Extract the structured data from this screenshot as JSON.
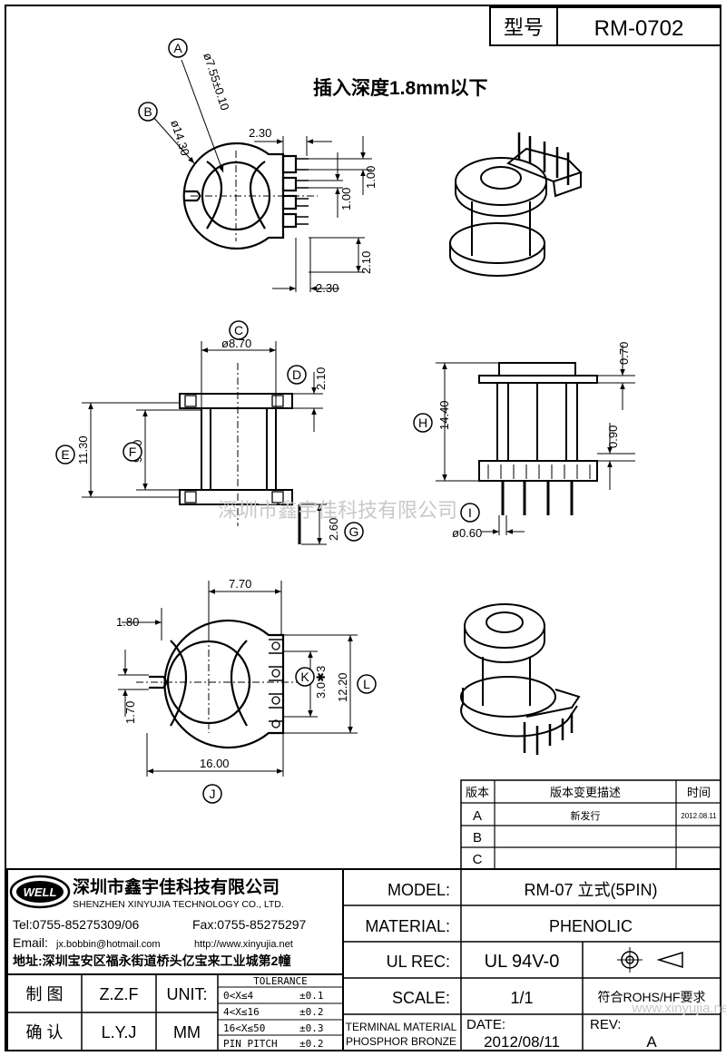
{
  "header": {
    "type_label": "型号",
    "part_number": "RM-0702"
  },
  "note": "插入深度1.8mm以下",
  "watermark": "深圳市鑫宇佳科技有限公司",
  "watermark_url": "www.xinyujia.net",
  "dimensions": {
    "a_dia": "ø7.55±0.10",
    "b_dia": "ø14.30",
    "top_2_30": "2.30",
    "top_1_00_a": "1.00",
    "top_1_00_b": "1.00",
    "top_2_10": "2.10",
    "bot_2_30": "2.30",
    "c_dia": "ø8.70",
    "d_2_10": "2.10",
    "e_11_30": "11.30",
    "f_9_70": "9.70",
    "g_2_60": "2.60",
    "h_14_40": "14.40",
    "r_0_70": "0.70",
    "r_0_90": "0.90",
    "pin_dia": "ø0.60",
    "b_7_70": "7.70",
    "b_1_80": "1.80",
    "b_1_70": "1.70",
    "k_3_0x3": "3.0✱3",
    "l_12_20": "12.20",
    "j_16_00": "16.00"
  },
  "callouts": [
    "A",
    "B",
    "C",
    "D",
    "E",
    "F",
    "G",
    "H",
    "I",
    "J",
    "K",
    "L"
  ],
  "revision_table": {
    "headers": [
      "版本",
      "版本变更描述",
      "时间"
    ],
    "rows": [
      {
        "rev": "A",
        "desc": "新发行",
        "date": "2012.08.11"
      },
      {
        "rev": "B",
        "desc": "",
        "date": ""
      },
      {
        "rev": "C",
        "desc": "",
        "date": ""
      }
    ]
  },
  "company": {
    "logo_text": "WELL",
    "name_cn": "深圳市鑫宇佳科技有限公司",
    "name_en": "SHENZHEN XINYUJIA TECHNOLOGY CO., LTD.",
    "tel": "Tel:0755-85275309/06",
    "fax": "Fax:0755-85275297",
    "email_label": "Email:",
    "email": "jx.bobbin@hotmail.com",
    "http": "http://www.xinyujia.net",
    "address": "地址:深圳宝安区福永街道桥头亿宝来工业城第2幢"
  },
  "title_block": {
    "model_label": "MODEL:",
    "model_value": "RM-07 立式(5PIN)",
    "material_label": "MATERIAL:",
    "material_value": "PHENOLIC",
    "ulrec_label": "UL REC:",
    "ulrec_value": "UL 94V-0",
    "scale_label": "SCALE:",
    "scale_value": "1/1",
    "rohs": "符合ROHS/HF要求",
    "terminal_l1": "TERMINAL MATERIAL",
    "terminal_l2": "PHOSPHOR BRONZE",
    "date_label": "DATE:",
    "date_value": "2012/08/11",
    "rev_label": "REV:",
    "rev_value": "A",
    "draw_label": "制 图",
    "draw_value": "Z.Z.F",
    "check_label": "确 认",
    "check_value": "L.Y.J",
    "unit_label": "UNIT:",
    "unit_value": "MM",
    "tol_title": "TOLERANCE",
    "tol_rows": [
      [
        "0<X≤4",
        "±0.1"
      ],
      [
        "4<X≤16",
        "±0.2"
      ],
      [
        "16<X≤50",
        "±0.3"
      ],
      [
        "PIN PITCH",
        "±0.2"
      ]
    ]
  }
}
